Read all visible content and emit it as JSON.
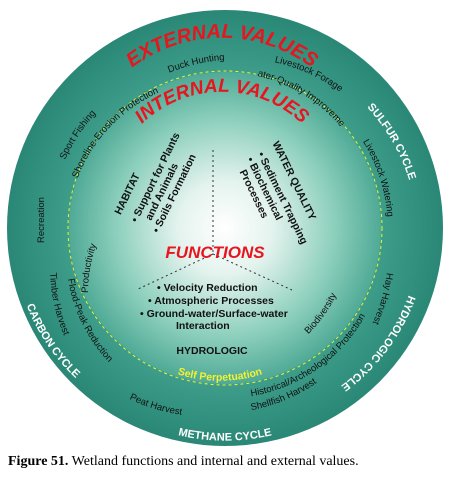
{
  "external_title": "EXTERNAL VALUES",
  "internal_title": "INTERNAL VALUES",
  "functions_title": "FUNCTIONS",
  "self_perpetuation": "Self Perpetuation",
  "cycles": {
    "sulfur": "SULFUR CYCLE",
    "hydrologic": "HYDROLOGIC CYCLE",
    "methane": "METHANE CYCLE",
    "carbon": "CARBON CYCLE"
  },
  "external_values": {
    "duck_hunting": "Duck Hunting",
    "livestock_forage": "Livestock Forage",
    "water_quality_improvement": "Water-Quality Improvement",
    "sport_fishing": "Sport Fishing",
    "shoreline_erosion_protection": "Shoreline-Erosion Protection",
    "livestock_watering": "Livestock Watering",
    "recreation": "Recreation",
    "hay_harvest": "Hay Harvest",
    "timber_harvest": "Timber Harvest",
    "flood_peak_reduction": "Flood-Peak Reduction",
    "historical_archeological_protection": "Historical/Archeological Protection",
    "peat_harvest": "Peat Harvest",
    "shellfish_harvest": "Shellfish Harvest"
  },
  "internal_values": {
    "productivity": "Productivity",
    "biodiversity": "Biodiversity"
  },
  "habitat": {
    "title": "HABITAT",
    "item1_line1": "• Support for Plants",
    "item1_line2": "and Animals",
    "item2": "• Soils Formation"
  },
  "water_quality": {
    "title": "WATER QUALITY",
    "item1": "• Sediment Trapping",
    "item2_line1": "• Biochemical",
    "item2_line2": "Processes"
  },
  "hydrologic": {
    "title": "HYDROLOGIC",
    "item1": "• Velocity Reduction",
    "item2": "• Atmospheric Processes",
    "item3_line1": "• Ground-water/Surface-water",
    "item3_line2": "Interaction"
  },
  "caption": {
    "label": "Figure 51.",
    "text": "Wetland functions and internal and external values."
  },
  "colors": {
    "outer_ring": "#2e8f7f",
    "inner_ring": "#4faa96",
    "center": "#ffffff",
    "title_red": "#e8141e",
    "cycle_text": "#ffffff",
    "self_perpetuation": "#f2f230"
  }
}
